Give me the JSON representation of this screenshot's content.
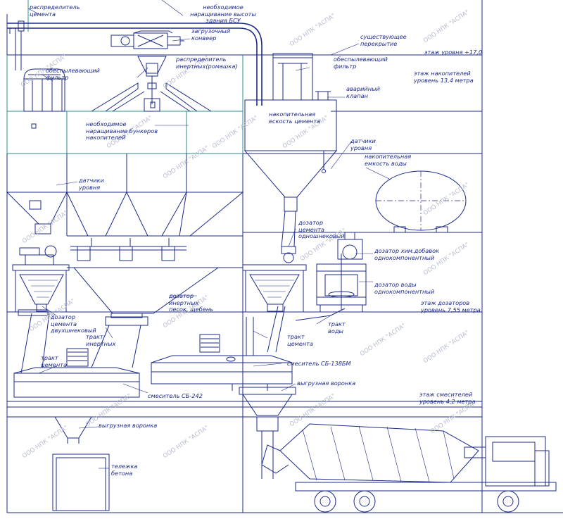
{
  "labels": {
    "cement_distributor": "распределитель цемента",
    "building_extension": "необходимое наращивание высоты здания БСУ",
    "loading_conveyor": "загрузочный конвеер",
    "existing_floor": "существующее перекрытие",
    "level_17": "этаж уровня +17,0",
    "dust_filter_left": "обеспылевающий фильтр",
    "inert_distributor": "распределитель инертных(ромашка)",
    "dust_filter_right": "обеспылевающий фильтр",
    "storage_floor": "этаж накопителей уровень 13,4 метра",
    "emergency_valve": "аварийный клапан",
    "cement_storage": "накопительная ескость цемента",
    "bunker_extension": "необходимое наращивание бункеров накопителей",
    "level_sensors_right": "датчики уровня",
    "water_tank": "накопительная емкость воды",
    "level_sensors_left": "датчики уровня",
    "cement_doser_single": "дозатор цемента одношнековый",
    "chem_doser": "дозатор хим.добавок однокомпонентный",
    "water_doser": "дозатор воды однокомпонентный",
    "inert_doser": "дозатор инертных песок, щебень",
    "doser_floor": "этаж дозаторов уровень 7,55 метра",
    "cement_doser_double": "дозатор цемента двухшнековый",
    "water_path": "тракт воды",
    "inert_path": "тракт инертных",
    "cement_path_right": "тракт цемента",
    "cement_path_left": "тракт цемента",
    "mixer_right": "смеситель СБ-138БМ",
    "discharge_funnel_right": "выгрузная воронка",
    "mixer_floor": "этаж смесителей уровень 4,2 метра",
    "mixer_left": "смеситель СБ-242",
    "discharge_funnel_left": "выгрузная воронка",
    "concrete_cart": "тележка бетона"
  },
  "watermark": "ООО НПК \"АСПА\"",
  "colors": {
    "line": "#1c2a8a",
    "accent": "#2e8f8f",
    "watermark": "#b8bcd0"
  }
}
